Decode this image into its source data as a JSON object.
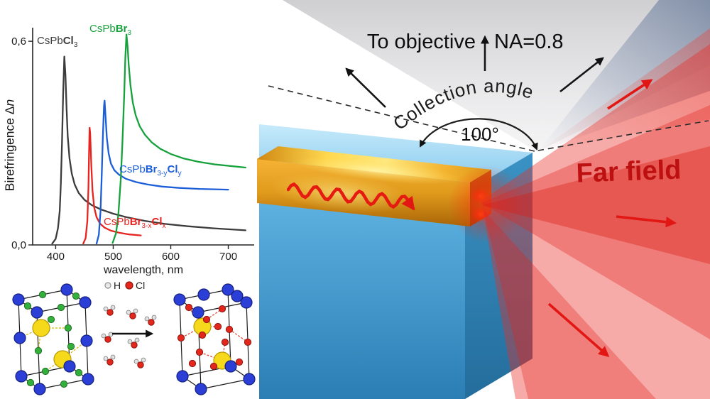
{
  "palette": {
    "curve_black": "#3c3c3c",
    "curve_red": "#e62420",
    "curve_blue": "#1b5ed8",
    "curve_green": "#17a13c",
    "substrate_blue": "#4fa8d8",
    "waveguide_gold": "#f3b42f",
    "far_field_red": "#e02020",
    "collection_gray": "#d9d9d9"
  },
  "chart_labels": {
    "ylabel_rich": [
      {
        "t": "Birefringence Δ"
      },
      {
        "t": "n",
        "i": true
      }
    ]
  },
  "chart_data": {
    "type": "line",
    "title": "",
    "xlabel": "wavelength, nm",
    "ylabel": "Birefringence Δn",
    "xlim": [
      360,
      745
    ],
    "ylim": [
      0,
      0.64
    ],
    "x_ticks": [
      400,
      500,
      600,
      700
    ],
    "y_ticks": [
      0.0,
      0.6
    ],
    "y_tick_labels": [
      "0,0",
      "0,6"
    ],
    "grid": false,
    "legend_position": "none",
    "series": [
      {
        "name": "CsPbCl3",
        "color": "#3c3c3c",
        "label_rich": [
          {
            "t": "CsPb"
          },
          {
            "t": "Cl",
            "b": true
          },
          {
            "t": "3",
            "sub": true
          }
        ],
        "points": [
          [
            394,
            0.004
          ],
          [
            400,
            0.018
          ],
          [
            404,
            0.05
          ],
          [
            407,
            0.1
          ],
          [
            409,
            0.18
          ],
          [
            411,
            0.3
          ],
          [
            413,
            0.45
          ],
          [
            415,
            0.555
          ],
          [
            417,
            0.5
          ],
          [
            419,
            0.4
          ],
          [
            421,
            0.32
          ],
          [
            424,
            0.255
          ],
          [
            428,
            0.21
          ],
          [
            433,
            0.178
          ],
          [
            440,
            0.153
          ],
          [
            450,
            0.133
          ],
          [
            462,
            0.118
          ],
          [
            478,
            0.105
          ],
          [
            500,
            0.092
          ],
          [
            525,
            0.081
          ],
          [
            555,
            0.071
          ],
          [
            590,
            0.062
          ],
          [
            630,
            0.055
          ],
          [
            675,
            0.049
          ],
          [
            730,
            0.043
          ]
        ]
      },
      {
        "name": "CsPbBr3-xClx",
        "color": "#e62420",
        "label_rich": [
          {
            "t": "CsPb"
          },
          {
            "t": "Br",
            "b": true
          },
          {
            "t": "3-x",
            "sub": true
          },
          {
            "t": "Cl",
            "b": true
          },
          {
            "t": "x",
            "sub": true
          }
        ],
        "points": [
          [
            448,
            0.004
          ],
          [
            452,
            0.02
          ],
          [
            455,
            0.07
          ],
          [
            457,
            0.17
          ],
          [
            458,
            0.27
          ],
          [
            459,
            0.345
          ],
          [
            460,
            0.33
          ],
          [
            462,
            0.23
          ],
          [
            464,
            0.16
          ],
          [
            467,
            0.11
          ],
          [
            471,
            0.082
          ],
          [
            477,
            0.063
          ],
          [
            485,
            0.051
          ],
          [
            496,
            0.042
          ],
          [
            510,
            0.036
          ],
          [
            528,
            0.031
          ],
          [
            548,
            0.028
          ]
        ]
      },
      {
        "name": "CsPbBr3-yCly",
        "color": "#1b5ed8",
        "label_rich": [
          {
            "t": "CsPb"
          },
          {
            "t": "Br",
            "b": true
          },
          {
            "t": "3-y",
            "sub": true
          },
          {
            "t": "Cl",
            "b": true
          },
          {
            "t": "y",
            "sub": true
          }
        ],
        "points": [
          [
            471,
            0.004
          ],
          [
            475,
            0.03
          ],
          [
            478,
            0.1
          ],
          [
            480,
            0.2
          ],
          [
            482,
            0.32
          ],
          [
            484,
            0.41
          ],
          [
            485,
            0.425
          ],
          [
            487,
            0.37
          ],
          [
            489,
            0.315
          ],
          [
            492,
            0.27
          ],
          [
            496,
            0.24
          ],
          [
            502,
            0.22
          ],
          [
            510,
            0.207
          ],
          [
            522,
            0.195
          ],
          [
            540,
            0.185
          ],
          [
            560,
            0.178
          ],
          [
            585,
            0.172
          ],
          [
            615,
            0.168
          ],
          [
            650,
            0.165
          ],
          [
            700,
            0.163
          ]
        ]
      },
      {
        "name": "CsPbBr3",
        "color": "#17a13c",
        "label_rich": [
          {
            "t": "CsPb"
          },
          {
            "t": "Br",
            "b": true
          },
          {
            "t": "3",
            "sub": true
          }
        ],
        "points": [
          [
            499,
            0.006
          ],
          [
            505,
            0.035
          ],
          [
            509,
            0.09
          ],
          [
            513,
            0.19
          ],
          [
            516,
            0.3
          ],
          [
            519,
            0.44
          ],
          [
            521,
            0.55
          ],
          [
            523,
            0.62
          ],
          [
            525,
            0.585
          ],
          [
            527,
            0.53
          ],
          [
            530,
            0.47
          ],
          [
            534,
            0.42
          ],
          [
            539,
            0.382
          ],
          [
            546,
            0.35
          ],
          [
            555,
            0.325
          ],
          [
            567,
            0.302
          ],
          [
            582,
            0.283
          ],
          [
            600,
            0.268
          ],
          [
            622,
            0.255
          ],
          [
            648,
            0.245
          ],
          [
            678,
            0.237
          ],
          [
            730,
            0.228
          ]
        ]
      }
    ]
  },
  "legend": {
    "items": [
      {
        "symbol": "H",
        "color": "#e8e8e8"
      },
      {
        "symbol": "Cl",
        "color": "#e3271c"
      }
    ]
  },
  "schematic": {
    "to_objective": "To objective",
    "na_value": "NA=0.8",
    "collection_angle_label": "Collection angle",
    "angle_value": "100°",
    "far_field_label": "Far field"
  }
}
